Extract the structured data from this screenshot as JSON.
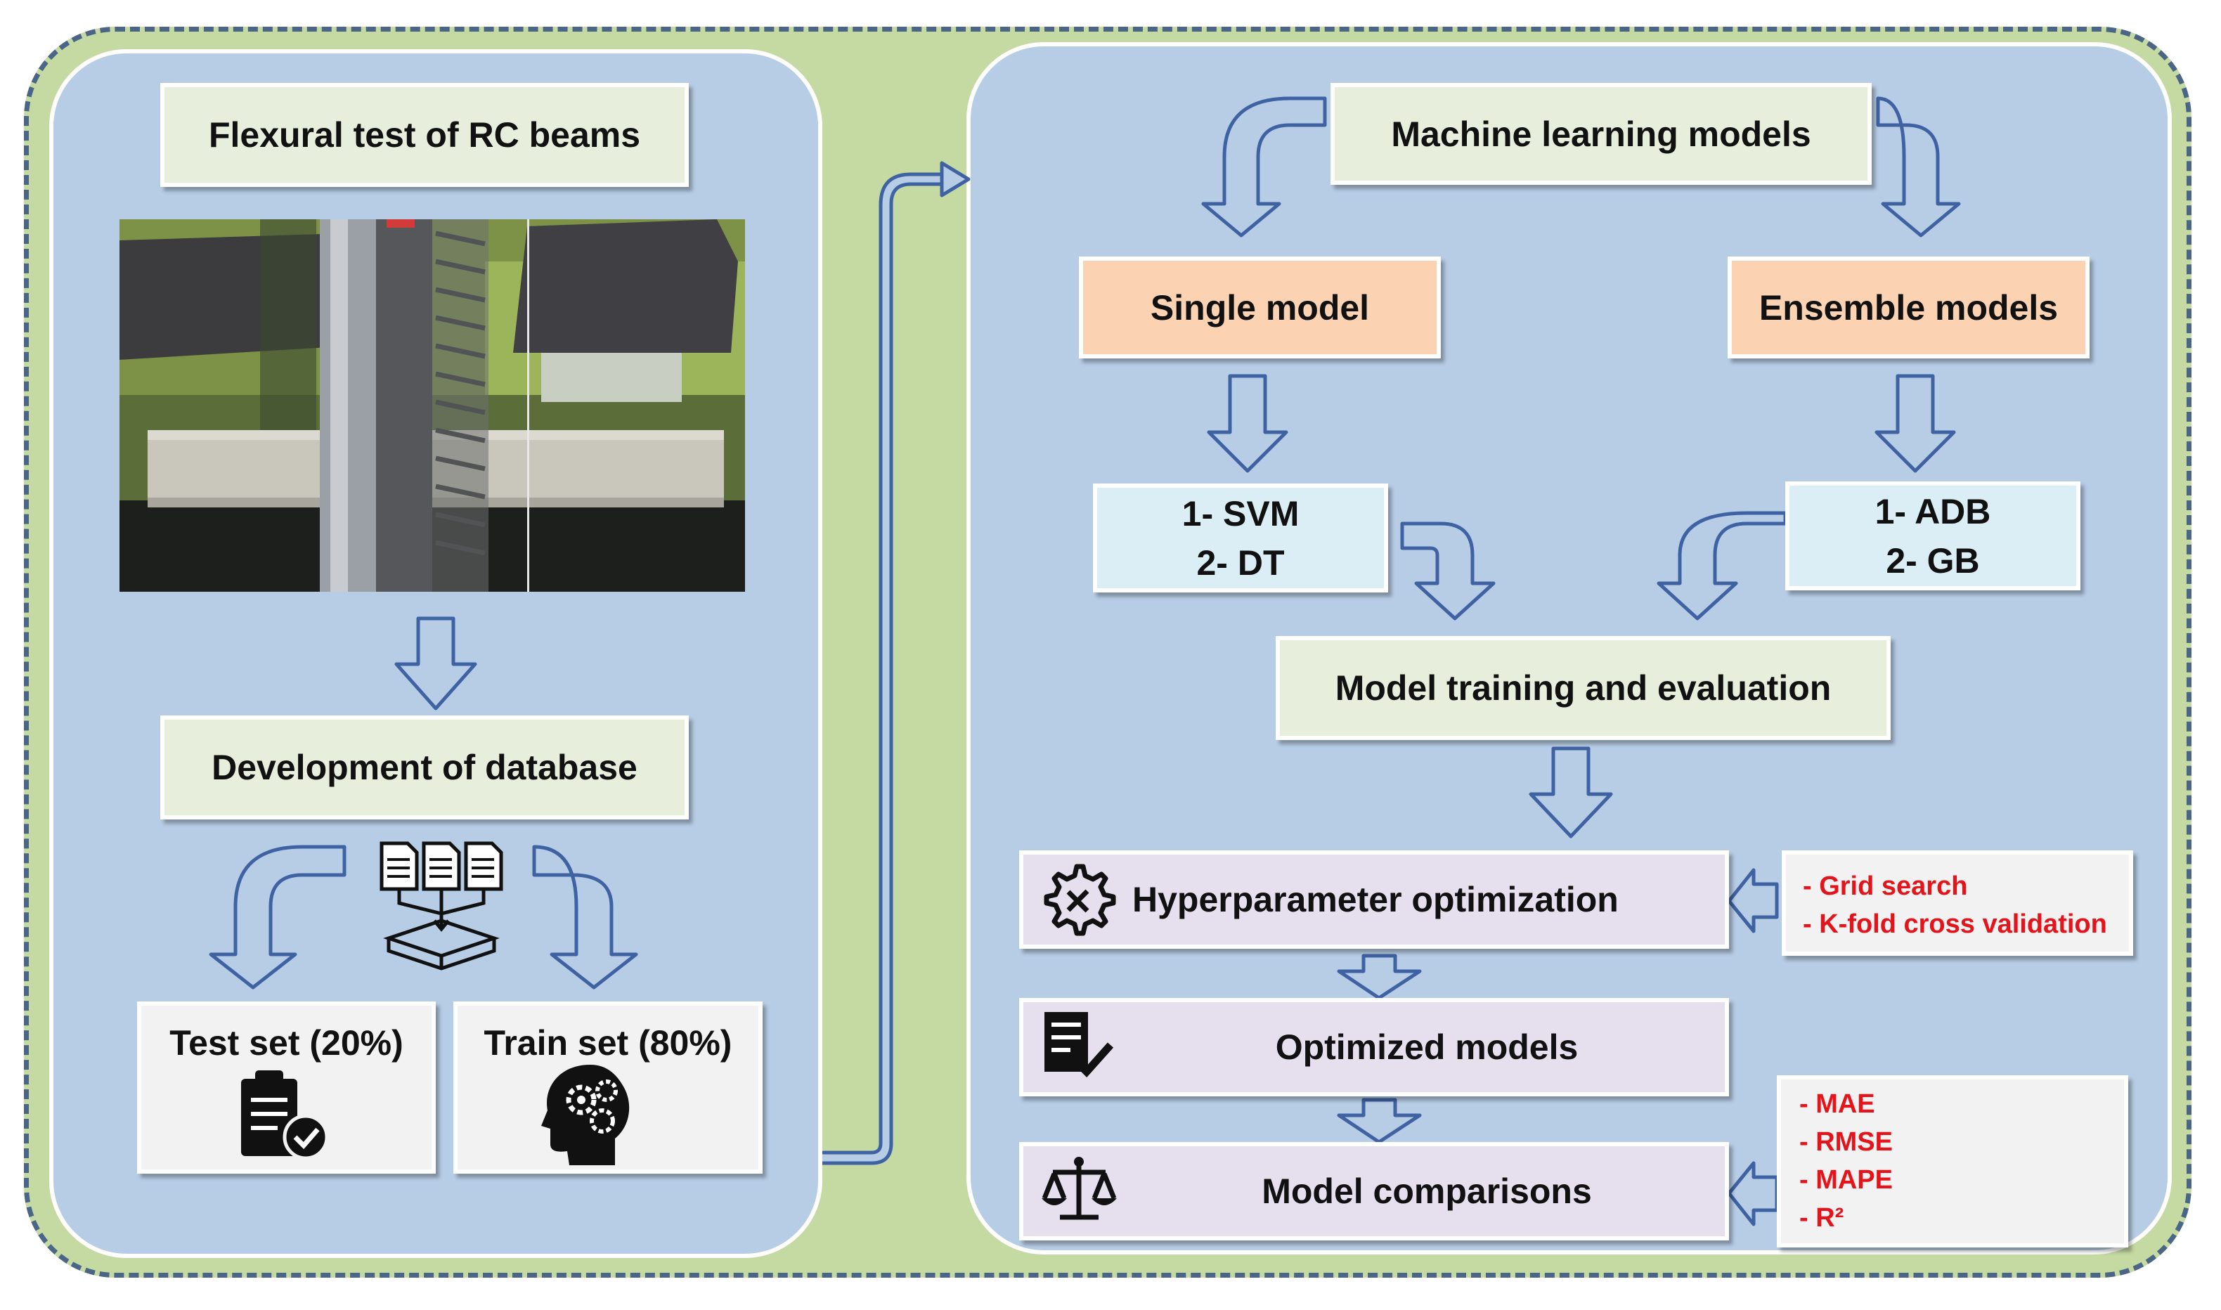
{
  "left": {
    "flexural_test": "Flexural test of RC beams",
    "database": "Development of database",
    "test_set": "Test set (20%)",
    "train_set": "Train set  (80%)"
  },
  "right": {
    "ml_models": "Machine learning models",
    "single_model": "Single model",
    "ensemble_models": "Ensemble models",
    "single_list": [
      "1- SVM",
      "2- DT"
    ],
    "ensemble_list": [
      "1- ADB",
      "2- GB"
    ],
    "training": "Model training and evaluation",
    "hyperparameter": "Hyperparameter optimization",
    "optimized": "Optimized models",
    "comparisons": "Model comparisons",
    "hp_methods": [
      "- Grid search",
      "- K-fold cross validation"
    ],
    "metrics": [
      "- MAE",
      "- RMSE",
      "- MAPE",
      "- R²"
    ]
  },
  "colors": {
    "outer_bg": "#c5d9a2",
    "panel_bg": "#b7cde6",
    "arrow_stroke": "#3f62a3",
    "red_text": "#e5141a"
  },
  "icons": [
    "documents-merge-icon",
    "clipboard-check-icon",
    "head-gears-icon",
    "gear-wrench-icon",
    "checklist-icon",
    "balance-scale-icon"
  ]
}
